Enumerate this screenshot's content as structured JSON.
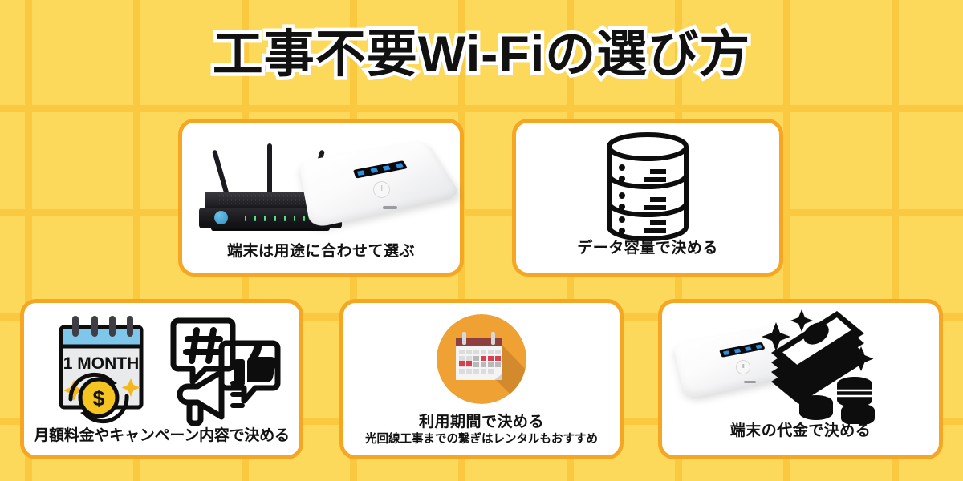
{
  "page": {
    "title": "工事不要Wi-Fiの選び方",
    "background_color": "#FDD95B",
    "grid_line_color": "#FBC93F",
    "card_border_color": "#F5A623",
    "card_fill_color": "#FFFFFF",
    "text_color": "#121212"
  },
  "cards": [
    {
      "id": "device",
      "caption": "端末は用途に合わせて選ぶ",
      "subcaption": "",
      "icons": [
        "wifi-router-icon",
        "mobile-router-icon"
      ]
    },
    {
      "id": "data",
      "caption": "データ容量で決める",
      "subcaption": "",
      "icons": [
        "database-stack-icon"
      ]
    },
    {
      "id": "price",
      "caption": "月額料金やキャンペーン内容で決める",
      "subcaption": "",
      "calendar_label": "1 MONTH",
      "coin_symbol": "$",
      "icons": [
        "monthly-calendar-coin-icon",
        "hashtag-speech-bubble-icon",
        "thumbs-up-speech-bubble-icon",
        "megaphone-icon"
      ]
    },
    {
      "id": "period",
      "caption": "利用期間で決める",
      "subcaption": "光回線工事までの繋ぎはレンタルもおすすめ",
      "icons": [
        "calendar-circle-icon"
      ]
    },
    {
      "id": "terminal",
      "caption": "端末の代金で決める",
      "subcaption": "",
      "icons": [
        "mobile-router-icon",
        "cash-stack-icon",
        "coins-icon",
        "sparkle-icon"
      ]
    }
  ]
}
